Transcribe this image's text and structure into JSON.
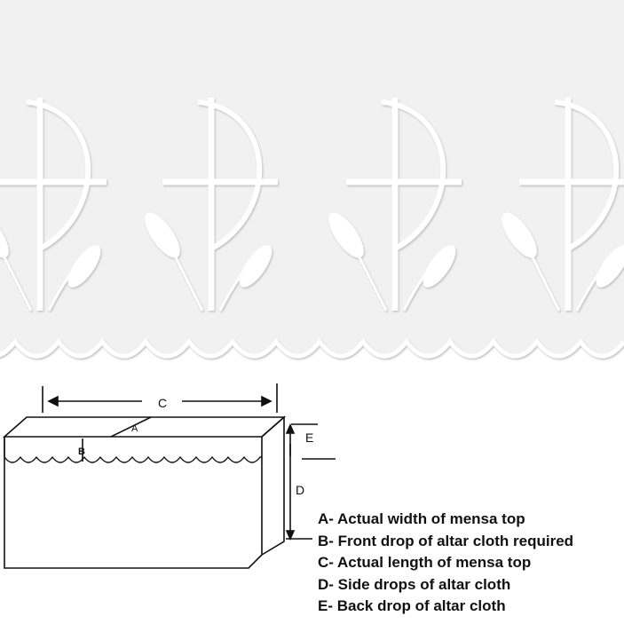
{
  "diagram": {
    "labels": {
      "a": "A",
      "b": "B",
      "c": "C",
      "d": "D",
      "e": "E"
    }
  },
  "legend": [
    "A- Actual width of mensa top",
    "B- Front drop of altar cloth required",
    "C- Actual length of mensa top",
    "D- Side drops of altar cloth",
    "E- Back drop of altar cloth"
  ],
  "colors": {
    "fabric": "#f1f1f1",
    "embroidery": "#ffffff",
    "ink": "#111111"
  }
}
